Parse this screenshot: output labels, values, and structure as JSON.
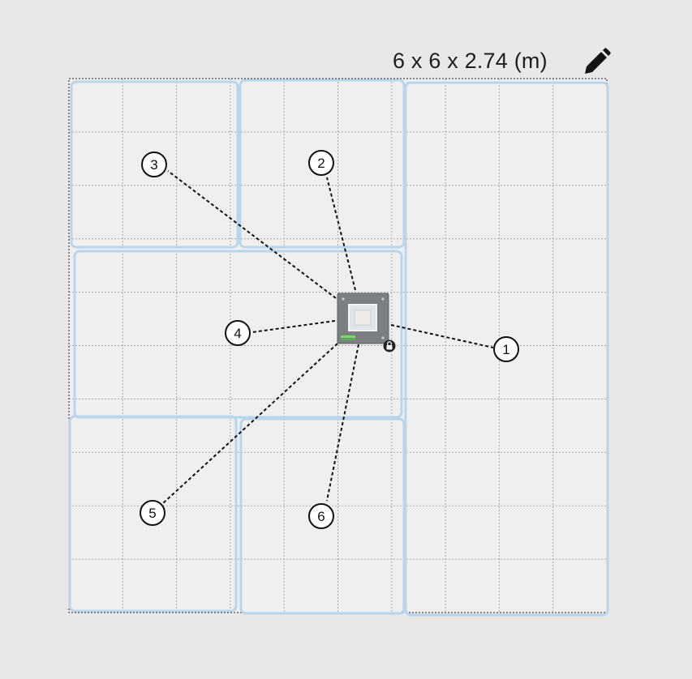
{
  "room": {
    "dimensions_label": "6 x 6 x 2.74 (m)",
    "width_m": 6,
    "depth_m": 6,
    "height_m": 2.74
  },
  "toolbar": {
    "edit_icon": "pencil-icon"
  },
  "device": {
    "icon": "access-point-device",
    "badge_icon": "lock-icon"
  },
  "zones": [
    {
      "id": "zone-top-left"
    },
    {
      "id": "zone-top-middle"
    },
    {
      "id": "zone-right-column"
    },
    {
      "id": "zone-middle-wide"
    },
    {
      "id": "zone-bottom-left"
    },
    {
      "id": "zone-bottom-middle"
    }
  ],
  "markers": [
    {
      "label": "1"
    },
    {
      "label": "2"
    },
    {
      "label": "3"
    },
    {
      "label": "4"
    },
    {
      "label": "5"
    },
    {
      "label": "6"
    }
  ],
  "colors": {
    "background": "#e8e8e9",
    "room_fill": "#efefef",
    "grid_line": "#a9a9a9",
    "zone_border": "#b9d5ee",
    "device_fill": "#7b7f82",
    "marker_stroke": "#111111"
  }
}
